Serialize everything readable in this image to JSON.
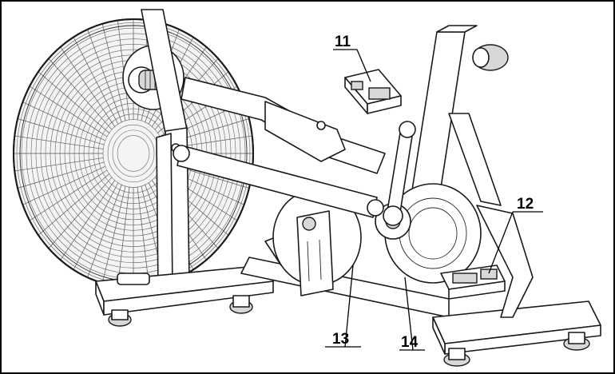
{
  "figure": {
    "callouts": [
      {
        "id": "callout-11",
        "label": "11"
      },
      {
        "id": "callout-12",
        "label": "12"
      },
      {
        "id": "callout-13",
        "label": "13"
      },
      {
        "id": "callout-14",
        "label": "14"
      }
    ]
  }
}
